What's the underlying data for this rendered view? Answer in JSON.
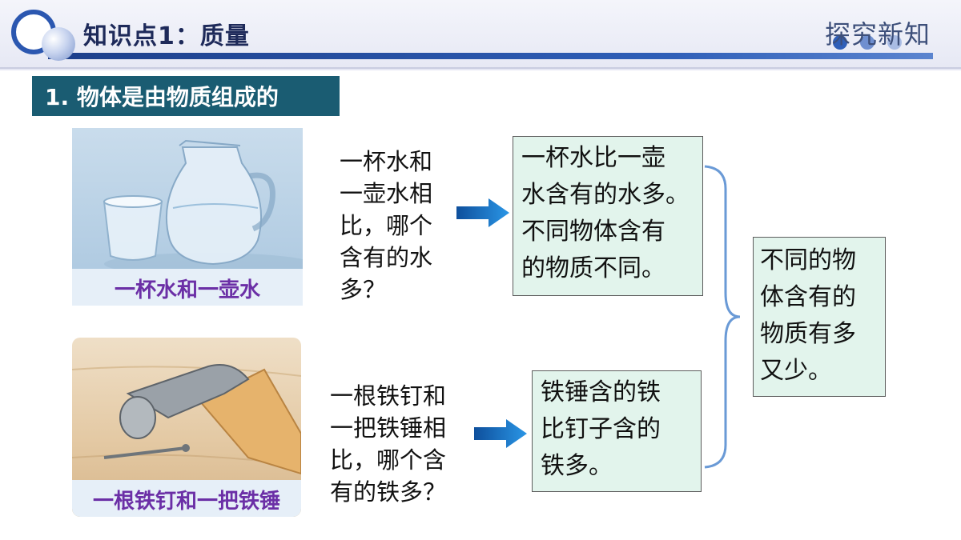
{
  "header": {
    "title": "知识点1：质量",
    "section": "探究新知"
  },
  "subtitle": "1. 物体是由物质组成的",
  "images": {
    "water": {
      "caption": "一杯水和一壶水"
    },
    "hammer": {
      "caption": "一根铁钉和一把铁锤"
    }
  },
  "questions": {
    "q1": "一杯水和\n一壶水相\n比，哪个\n含有的水\n多？",
    "q2": "一根铁钉和\n一把铁锤相\n比，哪个含\n有的铁多？"
  },
  "answers": {
    "a1": "一杯水比一壶\n水含有的水多。\n不同物体含有\n的物质不同。",
    "a2": "铁锤含的铁\n比钉子含的\n铁多。"
  },
  "conclusion": "不同的物\n体含有的\n物质有多\n又少。",
  "colors": {
    "header_blue": "#2b57b0",
    "subtitle_bg": "#1a5c72",
    "caption_purple": "#6b2fa6",
    "box_fill": "#e2f4ec",
    "arrow_blue": "#1a73c8"
  },
  "icons": [
    "logo-ring-icon",
    "arrow-right-icon",
    "curly-brace-icon"
  ]
}
